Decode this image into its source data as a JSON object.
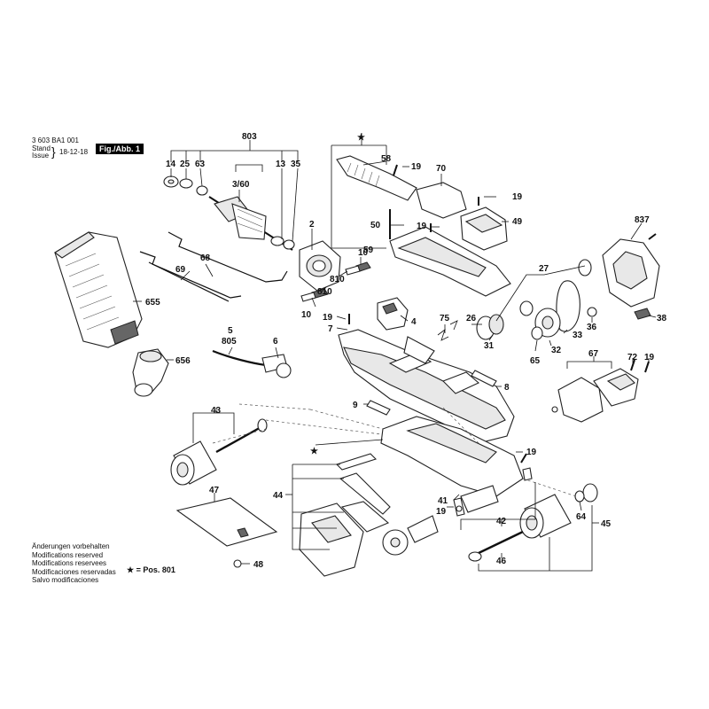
{
  "header": {
    "doc_number": "3 603 BA1 001",
    "stand_label": "Stand",
    "issue_label": "Issue",
    "date": "18-12-18",
    "figure_label": "Fig./Abb. 1"
  },
  "notes": [
    "Änderungen vorbehalten",
    "Modifications reserved",
    "Modifications reservees",
    "Modificaciones reservadas",
    "Salvo modificaciones"
  ],
  "star_note": "★ = Pos. 801",
  "labels": {
    "803": "803",
    "14": "14",
    "25": "25",
    "63": "63",
    "3_60": "3/60",
    "13": "13",
    "35": "35",
    "2": "2",
    "810a": "810",
    "10a": "10",
    "810b": "810",
    "10b": "10",
    "68": "68",
    "69": "69",
    "655": "655",
    "656": "656",
    "5": "5",
    "805": "805",
    "6": "6",
    "19a": "19",
    "7": "7",
    "4": "4",
    "75": "75",
    "58": "58",
    "19b": "19",
    "70": "70",
    "19c": "19",
    "50": "50",
    "19d": "19",
    "49": "49",
    "59": "59",
    "837": "837",
    "38": "38",
    "27": "27",
    "26": "26",
    "31": "31",
    "33": "33",
    "36": "36",
    "32": "32",
    "65": "65",
    "67": "67",
    "72": "72",
    "19e": "19",
    "8": "8",
    "9": "9",
    "43": "43",
    "47": "47",
    "48": "48",
    "44": "44",
    "19f": "19",
    "41": "41",
    "19g": "19",
    "42": "42",
    "64": "64",
    "45": "45",
    "46": "46",
    "star": "★"
  }
}
